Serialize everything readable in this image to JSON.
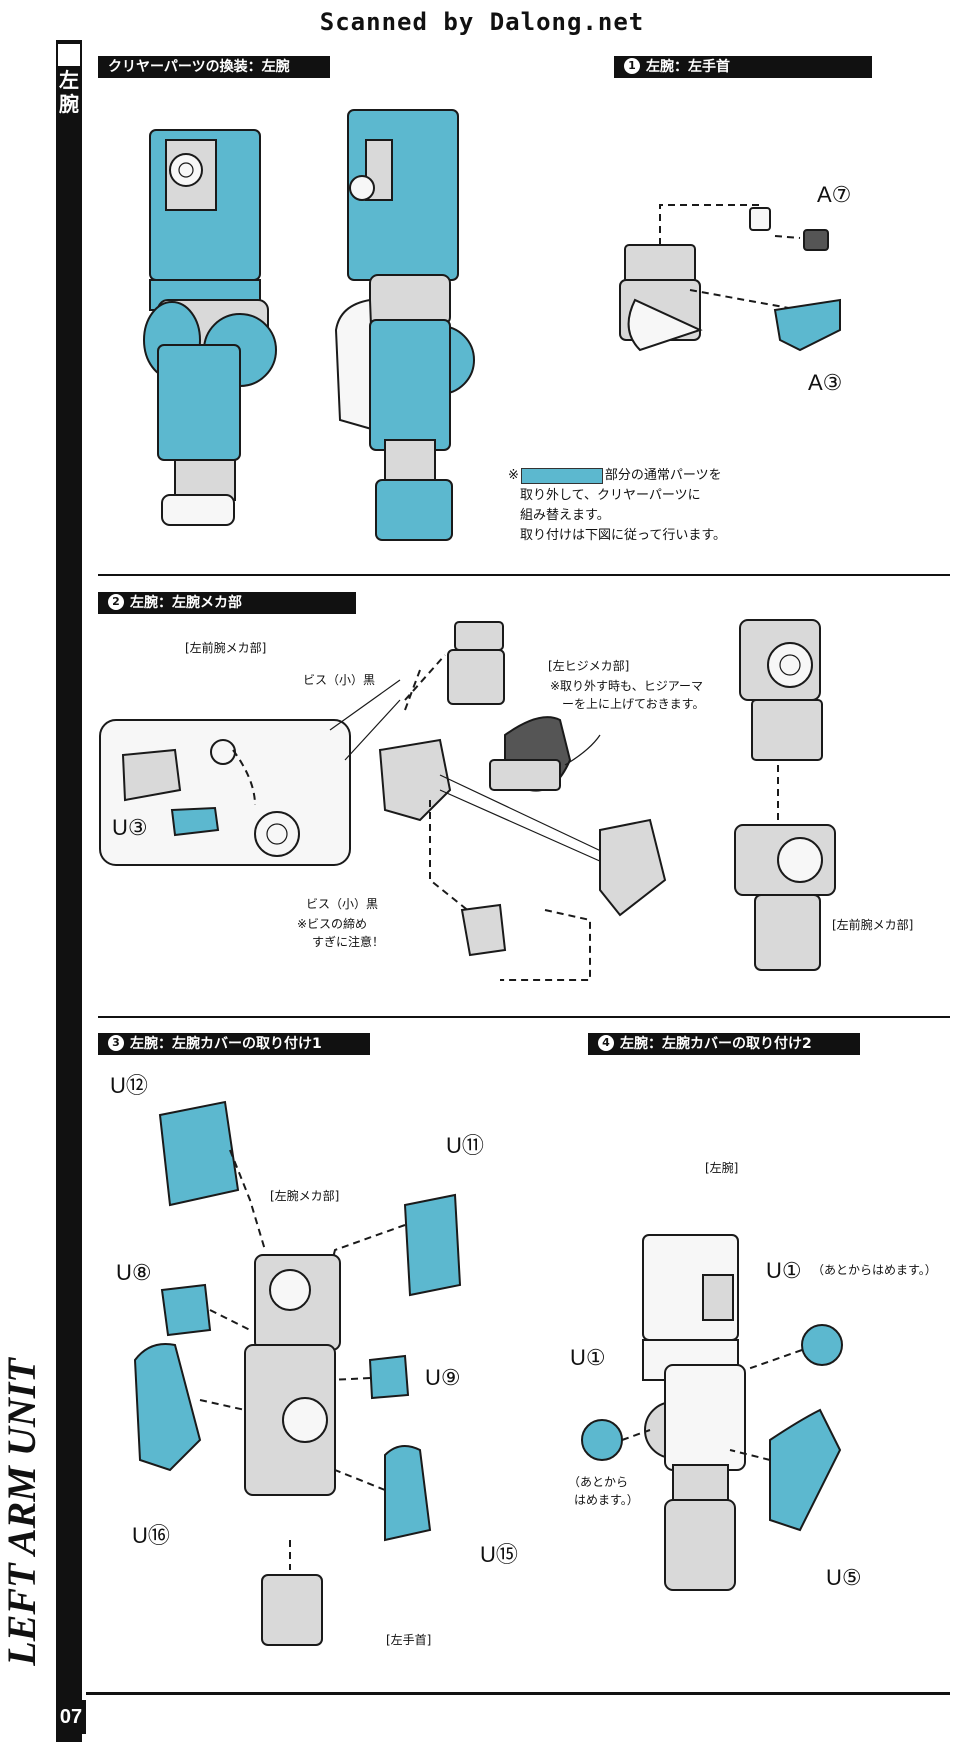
{
  "banner": "Scanned by Dalong.net",
  "sidebar": {
    "kanji": "左\n腕",
    "vertical_title": "LEFT ARM UNIT",
    "page_number": "07"
  },
  "colors": {
    "clear_part": "#5cb8cf",
    "header_bg": "#111111"
  },
  "sections": {
    "clear": {
      "title": "クリヤーパーツの換装：左腕"
    },
    "s1": {
      "num": "1",
      "title": "左腕：左手首",
      "labels": {
        "a7": "A⑦",
        "a3": "A③"
      }
    },
    "note": {
      "mark": "※",
      "line1": "部分の通常パーツを",
      "line2": "取り外して、クリヤーパーツに",
      "line3": "組み替えます。",
      "line4": "取り付けは下図に従って行います。"
    },
    "s2": {
      "num": "2",
      "title": "左腕：左腕メカ部",
      "lbl_forearm_meca": "[左前腕メカ部]",
      "lbl_screw1": "ビス（小）黒",
      "lbl_elbow": "[左ヒジメカ部]",
      "lbl_elbow_note1": "※取り外す時も、ヒジアーマ",
      "lbl_elbow_note2": "ーを上に上げておきます。",
      "lbl_u3": "U③",
      "lbl_screw2": "ビス（小）黒",
      "lbl_caution1": "※ビスの締め",
      "lbl_caution2": "すぎに注意！",
      "lbl_forearm_meca2": "[左前腕メカ部]"
    },
    "s3": {
      "num": "3",
      "title": "左腕：左腕カバーの取り付け1",
      "u12": "U⑫",
      "u11": "U⑪",
      "u8": "U⑧",
      "u9": "U⑨",
      "u16": "U⑯",
      "u15": "U⑮",
      "lbl_meca": "[左腕メカ部]",
      "lbl_wrist": "[左手首]"
    },
    "s4": {
      "num": "4",
      "title": "左腕：左腕カバーの取り付け2",
      "lbl_arm": "[左腕]",
      "u1a": "U①",
      "u1a_note": "（あとからはめます。）",
      "u1b": "U①",
      "u1b_note1": "（あとから",
      "u1b_note2": "はめます。）",
      "u5": "U⑤"
    }
  }
}
